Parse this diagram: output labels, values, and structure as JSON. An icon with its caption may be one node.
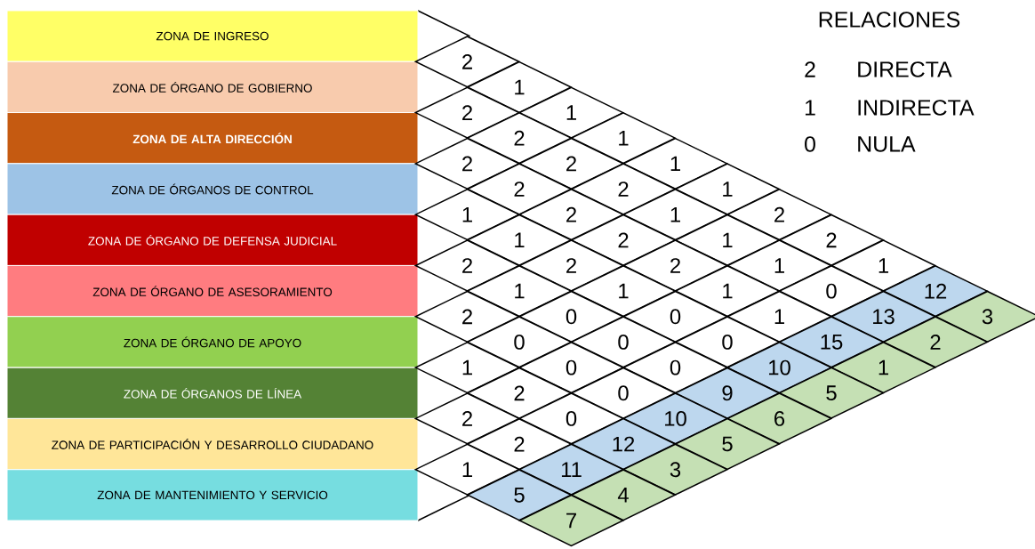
{
  "diagram": {
    "nodes": [
      {
        "text": [
          "ZONA DE INGRESO"
        ]
      },
      {
        "text": [
          "ZONA DE ÓRGANO DE GOBIERNO"
        ]
      },
      {
        "text": [
          "ZONA DE ALTA DIRECCIÓN"
        ]
      },
      {
        "text": [
          "ZONA DE ÓRGANOS DE CONTROL"
        ]
      },
      {
        "text": [
          "ZONA DE ÓRGANO DE DEFENSA JUDICIAL"
        ]
      },
      {
        "text": [
          "ZONA DE ÓRGANO DE ASESORAMIENTO"
        ]
      },
      {
        "text": [
          "ZONA DE ÓRGANO DE APOYO"
        ]
      },
      {
        "text": [
          "ZONA DE ÓRGANOS DE LÍNEA"
        ]
      },
      {
        "text": [
          "ZONA DE PARTICIPACIÓN Y DESARROLLO CIUDADANO"
        ]
      },
      {
        "text": [
          "ZONA DE MANTENIMIENTO Y SERVICIO"
        ]
      },
      {
        "text": [
          "2"
        ]
      },
      {
        "text": [
          "1"
        ]
      },
      {
        "text": [
          "2"
        ]
      },
      {
        "text": [
          "1"
        ]
      },
      {
        "text": [
          "2"
        ]
      },
      {
        "text": [
          "1"
        ]
      },
      {
        "text": [
          "2"
        ]
      },
      {
        "text": [
          "2"
        ]
      },
      {
        "text": [
          "1"
        ]
      },
      {
        "text": [
          "2"
        ]
      },
      {
        "text": [
          "2"
        ]
      },
      {
        "text": [
          "1"
        ]
      },
      {
        "text": [
          "1"
        ]
      },
      {
        "text": [
          "2"
        ]
      },
      {
        "text": [
          "1"
        ]
      },
      {
        "text": [
          "2"
        ]
      },
      {
        "text": [
          "1"
        ]
      },
      {
        "text": [
          "2"
        ]
      },
      {
        "text": [
          "1"
        ]
      },
      {
        "text": [
          "2"
        ]
      },
      {
        "text": [
          "2"
        ]
      },
      {
        "text": [
          "2"
        ]
      },
      {
        "text": [
          "2"
        ]
      },
      {
        "text": [
          "1"
        ]
      },
      {
        "text": [
          "1"
        ]
      },
      {
        "text": [
          "1"
        ]
      },
      {
        "text": [
          "1"
        ]
      },
      {
        "text": [
          "1"
        ]
      },
      {
        "text": [
          "0"
        ]
      },
      {
        "text": [
          "12"
        ]
      },
      {
        "text": [
          "2"
        ]
      },
      {
        "text": [
          "0"
        ]
      },
      {
        "text": [
          "0"
        ]
      },
      {
        "text": [
          "1"
        ]
      },
      {
        "text": [
          "13"
        ]
      },
      {
        "text": [
          "3"
        ]
      },
      {
        "text": [
          "0"
        ]
      },
      {
        "text": [
          "0"
        ]
      },
      {
        "text": [
          "0"
        ]
      },
      {
        "text": [
          "15"
        ]
      },
      {
        "text": [
          "2"
        ]
      },
      {
        "text": [
          "1"
        ]
      },
      {
        "text": [
          "0"
        ]
      },
      {
        "text": [
          "0"
        ]
      },
      {
        "text": [
          "10"
        ]
      },
      {
        "text": [
          "1"
        ]
      },
      {
        "text": [
          "2"
        ]
      },
      {
        "text": [
          "0"
        ]
      },
      {
        "text": [
          "9"
        ]
      },
      {
        "text": [
          "5"
        ]
      },
      {
        "text": [
          "2"
        ]
      },
      {
        "text": [
          "0"
        ]
      },
      {
        "text": [
          "10"
        ]
      },
      {
        "text": [
          "6"
        ]
      },
      {
        "text": [
          "2"
        ]
      },
      {
        "text": [
          "12"
        ]
      },
      {
        "text": [
          "5"
        ]
      },
      {
        "text": [
          "1"
        ]
      },
      {
        "text": [
          "11"
        ]
      },
      {
        "text": [
          "3"
        ]
      },
      {
        "text": [
          "5"
        ]
      },
      {
        "text": [
          "4"
        ]
      },
      {
        "text": [
          "7"
        ]
      }
    ],
    "labels": [
      "RELACIONES",
      "2",
      "DIRECTA",
      "1",
      "INDIRECTA",
      "0",
      "NULA"
    ]
  }
}
